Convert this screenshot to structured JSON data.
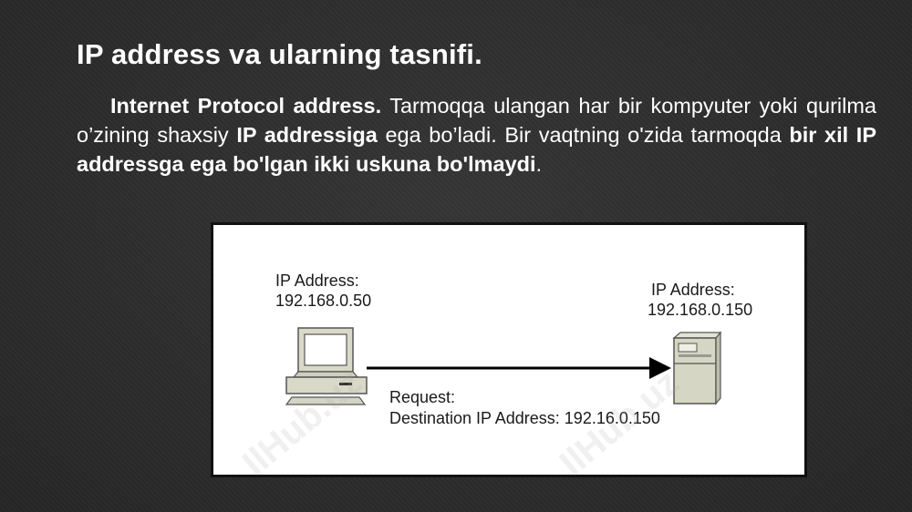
{
  "slide": {
    "title": "IP address va ularning tasnifi.",
    "paragraph": {
      "p1": "Internet Protocol address.",
      "p2": " Tarmoqqa ulangan har bir kompyuter yoki qurilma o’zining shaxsiy ",
      "p3": "IP addressiga",
      "p4": " ega bo’ladi. Bir vaqtning o'zida tarmoqda ",
      "p5": "bir xil IP addressga ega bo'lgan ikki uskuna bo'lmaydi",
      "p6": "."
    }
  },
  "diagram": {
    "client": {
      "label": "IP Address:",
      "ip": "192.168.0.50",
      "icon": "desktop-computer-icon"
    },
    "server": {
      "label": "IP Address:",
      "ip": "192.168.0.150",
      "icon": "server-tower-icon"
    },
    "request": {
      "label": "Request:",
      "destination": "Destination IP Address:",
      "destination_ip": "192.16.0.150"
    },
    "watermark": "IlHub.uz"
  }
}
